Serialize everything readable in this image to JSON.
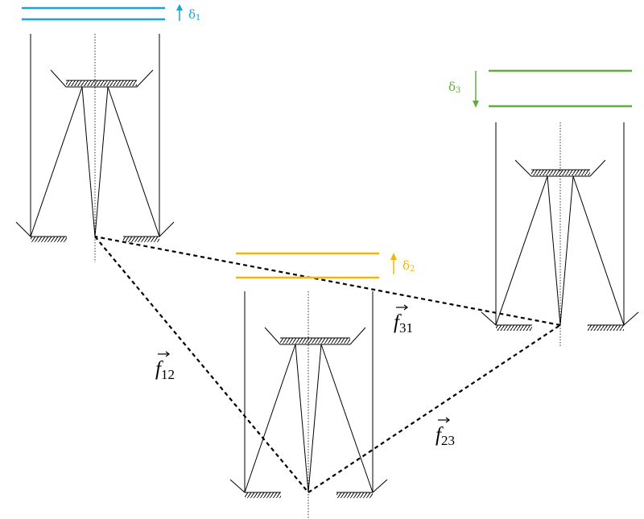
{
  "colors": {
    "delta1": "#1aa3d9",
    "delta2": "#f2b705",
    "delta3": "#5fae3a",
    "ink": "#000000"
  },
  "deltas": [
    {
      "symbol": "δ",
      "sub": "1",
      "direction": "up",
      "color_key": "delta1"
    },
    {
      "symbol": "δ",
      "sub": "2",
      "direction": "up",
      "color_key": "delta2"
    },
    {
      "symbol": "δ",
      "sub": "3",
      "direction": "down",
      "color_key": "delta3"
    }
  ],
  "force_labels": [
    {
      "name": "f",
      "sub": "12"
    },
    {
      "name": "f",
      "sub": "23"
    },
    {
      "name": "f",
      "sub": "31"
    }
  ]
}
